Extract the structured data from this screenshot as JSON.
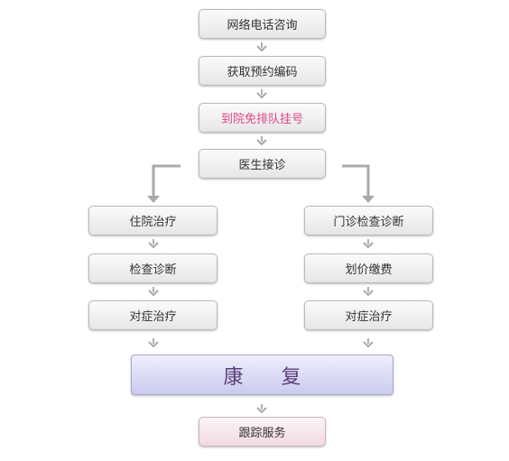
{
  "diagram": {
    "nodes": {
      "step1": "网络电话咨询",
      "step2": "获取预约编码",
      "step3": "到院免排队挂号",
      "step4": "医生接诊",
      "left1": "住院治疗",
      "left2": "检查诊断",
      "left3": "对症治疗",
      "right1": "门诊检查诊断",
      "right2": "划价缴费",
      "right3": "对症治疗",
      "recovery_char1": "康",
      "recovery_char2": "复",
      "followup": "跟踪服务"
    },
    "colors": {
      "box_border": "#b9b9b9",
      "box_fill_top": "#fbfbfb",
      "box_fill_bottom": "#e6e6e6",
      "highlight_text": "#e0468a",
      "recovery_fill": "#cacbee",
      "recovery_text": "#5c3f78",
      "followup_fill": "#f1d8e2",
      "arrow": "#aaaaaa"
    }
  }
}
